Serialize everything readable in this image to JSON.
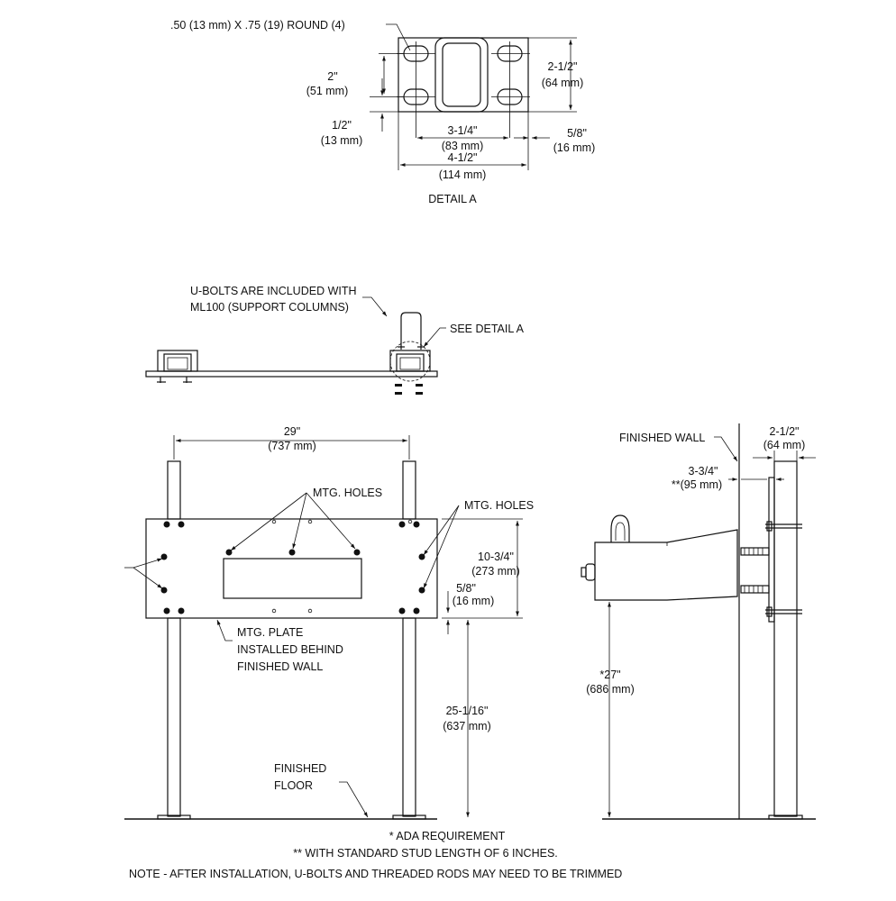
{
  "detail_a": {
    "hole_spec": ".50 (13 mm) X .75 (19) ROUND (4)",
    "dim_2_in": "2\"",
    "dim_2_mm": "(51 mm)",
    "dim_half_in": "1/2\"",
    "dim_half_mm": "(13 mm)",
    "dim_3_1_4_in": "3-1/4\"",
    "dim_3_1_4_mm": "(83 mm)",
    "dim_4_1_2_in": "4-1/2\"",
    "dim_4_1_2_mm": "(114 mm)",
    "dim_2_1_2_in": "2-1/2\"",
    "dim_2_1_2_mm": "(64 mm)",
    "dim_5_8_in": "5/8\"",
    "dim_5_8_mm": "(16 mm)",
    "title": "DETAIL A"
  },
  "top_view": {
    "ubolt_line1": "U-BOLTS ARE INCLUDED WITH",
    "ubolt_line2": "ML100 (SUPPORT COLUMNS)",
    "see_detail": "SEE DETAIL A"
  },
  "front_view": {
    "dim_29_in": "29\"",
    "dim_29_mm": "(737 mm)",
    "mtg_holes_center": "MTG. HOLES",
    "mtg_holes_right": "MTG. HOLES",
    "dim_10_3_4_in": "10-3/4\"",
    "dim_10_3_4_mm": "(273 mm)",
    "dim_5_8_in": "5/8\"",
    "dim_5_8_mm": "(16 mm)",
    "plate_line1": "MTG. PLATE",
    "plate_line2": "INSTALLED BEHIND",
    "plate_line3": "FINISHED WALL",
    "dim_25_in": "25-1/16\"",
    "dim_25_mm": "(637 mm)",
    "floor_line1": "FINISHED",
    "floor_line2": "FLOOR"
  },
  "side_view": {
    "finished_wall": "FINISHED WALL",
    "dim_2_1_2_in": "2-1/2\"",
    "dim_2_1_2_mm": "(64 mm)",
    "dim_3_3_4_in": "3-3/4\"",
    "dim_3_3_4_mm": "**(95 mm)",
    "dim_27_in": "*27\"",
    "dim_27_mm": "(686 mm)"
  },
  "notes": {
    "ada": "* ADA REQUIREMENT",
    "stud": "** WITH STANDARD STUD LENGTH OF 6 INCHES.",
    "trim": "NOTE - AFTER INSTALLATION, U-BOLTS AND THREADED RODS MAY NEED TO BE TRIMMED"
  }
}
